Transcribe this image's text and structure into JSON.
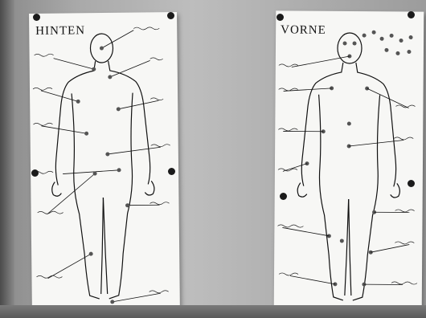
{
  "scene": {
    "description_label": "",
    "posters": [
      {
        "id": "back",
        "title": "HINTEN"
      },
      {
        "id": "front",
        "title": "VORNE"
      }
    ]
  },
  "colors": {
    "wall": "#b4b4b4",
    "paper": "#f7f7f5",
    "ink": "#111111",
    "pin": "#1b1b1b"
  },
  "icons": [
    "pin-icon",
    "body-outline-icon",
    "scribble-annotation-icon"
  ]
}
